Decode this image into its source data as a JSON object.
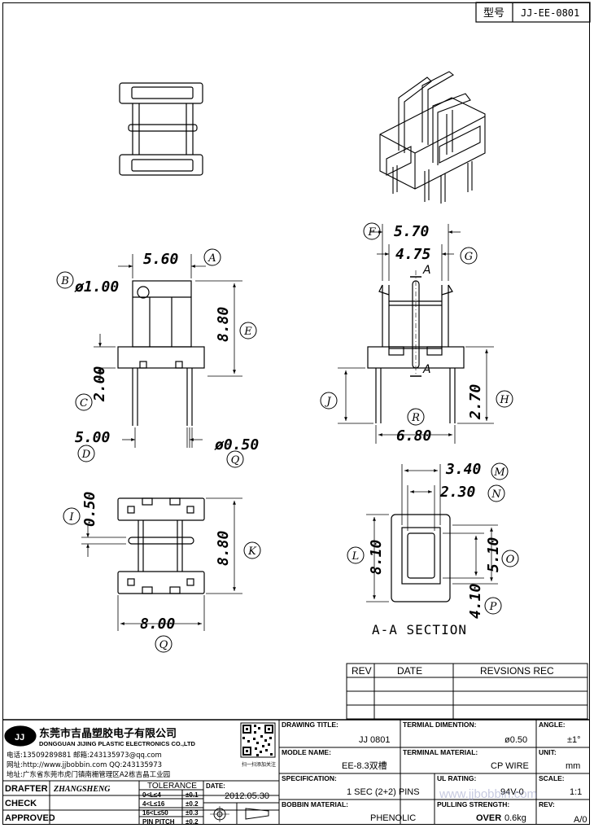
{
  "header": {
    "model_label": "型号",
    "model_code": "JJ-EE-0801"
  },
  "views": {
    "front": {
      "dim_width": "5.60",
      "dim_width_tag": "A",
      "dim_hole": "ø1.00",
      "dim_hole_tag": "B",
      "dim_height": "8.80",
      "dim_height_tag": "E",
      "dim_base": "2.00",
      "dim_base_tag": "C",
      "dim_pitch": "5.00",
      "dim_pitch_tag": "D",
      "dim_pin": "ø0.50",
      "dim_pin_tag": "Q"
    },
    "side": {
      "dim_top": "5.70",
      "dim_top_tag": "F",
      "dim_inner": "4.75",
      "dim_inner_tag": "G",
      "section_mark": "A",
      "dim_pins": "6.80",
      "dim_pins_tag": "R",
      "dim_pinlen": "2.70",
      "dim_pinlen_tag": "H",
      "dim_left_tag": "J"
    },
    "bottom": {
      "dim_thick": "0.50",
      "dim_thick_tag": "I",
      "dim_len": "8.80",
      "dim_len_tag": "K",
      "dim_width": "8.00",
      "dim_width_tag": "Q"
    },
    "section": {
      "dim_outer": "3.40",
      "dim_outer_tag": "M",
      "dim_inner": "2.30",
      "dim_inner_tag": "N",
      "dim_height": "8.10",
      "dim_height_tag": "L",
      "dim_win": "5.10",
      "dim_win_tag": "O",
      "dim_low": "4.10",
      "dim_low_tag": "P",
      "caption": "A-A SECTION"
    }
  },
  "revisions": {
    "col_rev": "REV",
    "col_date": "DATE",
    "col_rec": "REVSIONS REC"
  },
  "company": {
    "logo": "JJ",
    "name_cn": "东莞市吉晶塑胶电子有限公司",
    "name_en": "DONGGUAN JIJING PLASTIC ELECTRONICS CO.,LTD",
    "line1": "电话:13509289881   邮箱:243135973@qq.com",
    "line2": "网址:http://www.jjbobbin.com  QQ:243135973",
    "line3": "地址:广东省东莞市虎门镇南栅管理区A2栋吉晶工业园",
    "qr_caption": "扫一扫添加关注"
  },
  "title_block": {
    "drawing_title_label": "DRAWING TITLE:",
    "drawing_title": "JJ  0801",
    "terminal_dim_label": "TERMIAL DIMENTION:",
    "terminal_dim": "ø0.50",
    "angle_label": "ANGLE:",
    "angle": "±1°",
    "model_name_label": "MODLE NAME:",
    "model_name": "EE-8.3双槽",
    "terminal_mat_label": "TERMINAL MATERIAL:",
    "terminal_mat": "CP WIRE",
    "unit_label": "UNIT:",
    "unit": "mm",
    "spec_label": "SPECIFICATION:",
    "spec": "1 SEC (2+2) PINS",
    "ul_label": "UL RATING:",
    "ul": "94V-0",
    "scale_label": "SCALE:",
    "scale": "1:1",
    "bobbin_label": "BOBBIN  MATERIAL:",
    "bobbin": "PHENOLIC",
    "pull_label": "PULLING STRENGTH:",
    "pull": "OVER",
    "pull_val": "0.6kg",
    "rev_label": "REV:",
    "rev": "A/0",
    "drafter_label": "DRAFTER",
    "drafter": "ZHANGSHENG",
    "check_label": "CHECK",
    "approved_label": "APPROVED",
    "tolerance_label": "TOLERANCE",
    "tol_rows": [
      {
        "range": "0<L≤4",
        "val": "±0.1"
      },
      {
        "range": "4<L≤16",
        "val": "±0.2"
      },
      {
        "range": "16<L≤50",
        "val": "±0.3"
      },
      {
        "range": "PIN PITCH",
        "val": "±0.2"
      }
    ],
    "date_label": "DATE:",
    "date": "2012.05.30",
    "watermark": "www.jjbobbin.com"
  }
}
